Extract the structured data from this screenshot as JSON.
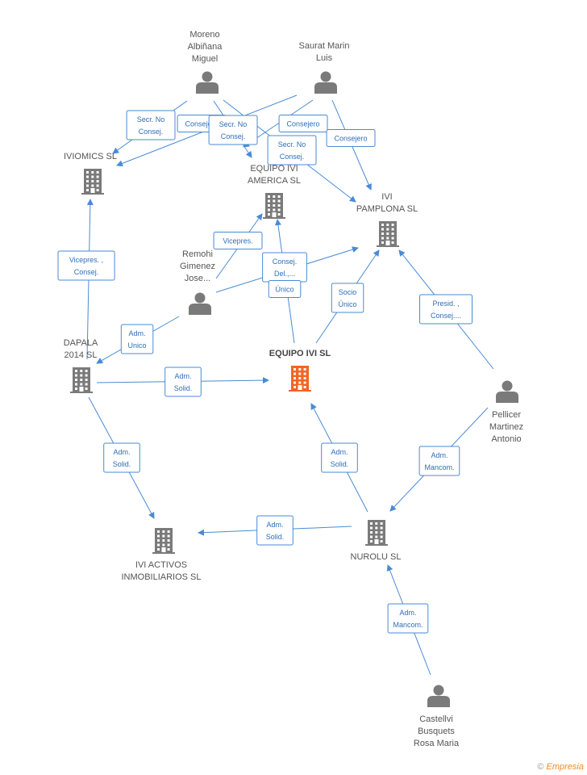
{
  "colors": {
    "edge": "#4a8ad4",
    "label_border": "#4a8ad4",
    "label_text": "#2f6eb8",
    "person": "#7a7a7a",
    "company": "#7a7a7a",
    "focus": "#f26522"
  },
  "nodes": [
    {
      "id": "moreno",
      "type": "person",
      "lines": [
        "Moreno",
        "Albiñana",
        "Miguel"
      ]
    },
    {
      "id": "saurat",
      "type": "person",
      "lines": [
        "Saurat Marin",
        "Luis"
      ]
    },
    {
      "id": "iviomics",
      "type": "company",
      "lines": [
        "IVIOMICS  SL"
      ]
    },
    {
      "id": "equipo_america",
      "type": "company",
      "lines": [
        "EQUIPO IVI",
        "AMERICA SL"
      ]
    },
    {
      "id": "ivi_pamplona",
      "type": "company",
      "lines": [
        "IVI",
        "PAMPLONA  SL"
      ]
    },
    {
      "id": "remohi",
      "type": "person",
      "lines": [
        "Remohi",
        "Gimenez",
        "Jose..."
      ]
    },
    {
      "id": "dapala",
      "type": "company",
      "lines": [
        "DAPALA",
        "2014  SL"
      ]
    },
    {
      "id": "equipo_ivi",
      "type": "focus",
      "lines": [
        "EQUIPO IVI SL"
      ]
    },
    {
      "id": "pellicer",
      "type": "person",
      "lines": [
        "Pellicer",
        "Martinez",
        "Antonio"
      ]
    },
    {
      "id": "ivi_activos",
      "type": "company",
      "lines": [
        "IVI ACTIVOS",
        "INMOBILIARIOS SL"
      ]
    },
    {
      "id": "nurolu",
      "type": "company",
      "lines": [
        "NUROLU  SL"
      ]
    },
    {
      "id": "castellvi",
      "type": "person",
      "lines": [
        "Castellvi",
        "Busquets",
        "Rosa Maria"
      ]
    }
  ],
  "edges": [
    {
      "from": "moreno",
      "to": "iviomics",
      "label": [
        "Secr.  No",
        "Consej."
      ]
    },
    {
      "from": "saurat",
      "to": "iviomics",
      "label": [
        "Consejero"
      ]
    },
    {
      "from": "moreno",
      "to": "equipo_america",
      "label": [
        "Secr.  No",
        "Consej."
      ]
    },
    {
      "from": "saurat",
      "to": "equipo_america",
      "label": [
        "Consejero"
      ]
    },
    {
      "from": "saurat",
      "to": "ivi_pamplona",
      "label": [
        "Consejero"
      ]
    },
    {
      "from": "moreno",
      "to": "ivi_pamplona",
      "label": [
        "Secr.  No",
        "Consej."
      ]
    },
    {
      "from": "remohi",
      "to": "equipo_america",
      "label": [
        "Vicepres."
      ]
    },
    {
      "from": "remohi",
      "to": "ivi_pamplona",
      "label": [
        "Consej.",
        "Del.,..."
      ]
    },
    {
      "from": "remohi",
      "to": "dapala",
      "label": [
        "Adm.",
        "Unico"
      ]
    },
    {
      "from": "dapala",
      "to": "iviomics",
      "label": [
        "Vicepres. ,",
        "Consej."
      ]
    },
    {
      "from": "equipo_ivi",
      "to": "equipo_america",
      "label": [
        "Único"
      ]
    },
    {
      "from": "equipo_ivi",
      "to": "ivi_pamplona",
      "label": [
        "Socio",
        "Único"
      ]
    },
    {
      "from": "pellicer",
      "to": "ivi_pamplona",
      "label": [
        "Presid. ,",
        "Consej...."
      ]
    },
    {
      "from": "dapala",
      "to": "equipo_ivi",
      "label": [
        "Adm.",
        "Solid."
      ]
    },
    {
      "from": "dapala",
      "to": "ivi_activos",
      "label": [
        "Adm.",
        "Solid."
      ]
    },
    {
      "from": "pellicer",
      "to": "nurolu",
      "label": [
        "Adm.",
        "Mancom."
      ]
    },
    {
      "from": "nurolu",
      "to": "equipo_ivi",
      "label": [
        "Adm.",
        "Solid."
      ]
    },
    {
      "from": "nurolu",
      "to": "ivi_activos",
      "label": [
        "Adm.",
        "Solid."
      ]
    },
    {
      "from": "castellvi",
      "to": "nurolu",
      "label": [
        "Adm.",
        "Mancom."
      ]
    }
  ],
  "credit": {
    "symbol": "©",
    "brand": "Empresia"
  }
}
